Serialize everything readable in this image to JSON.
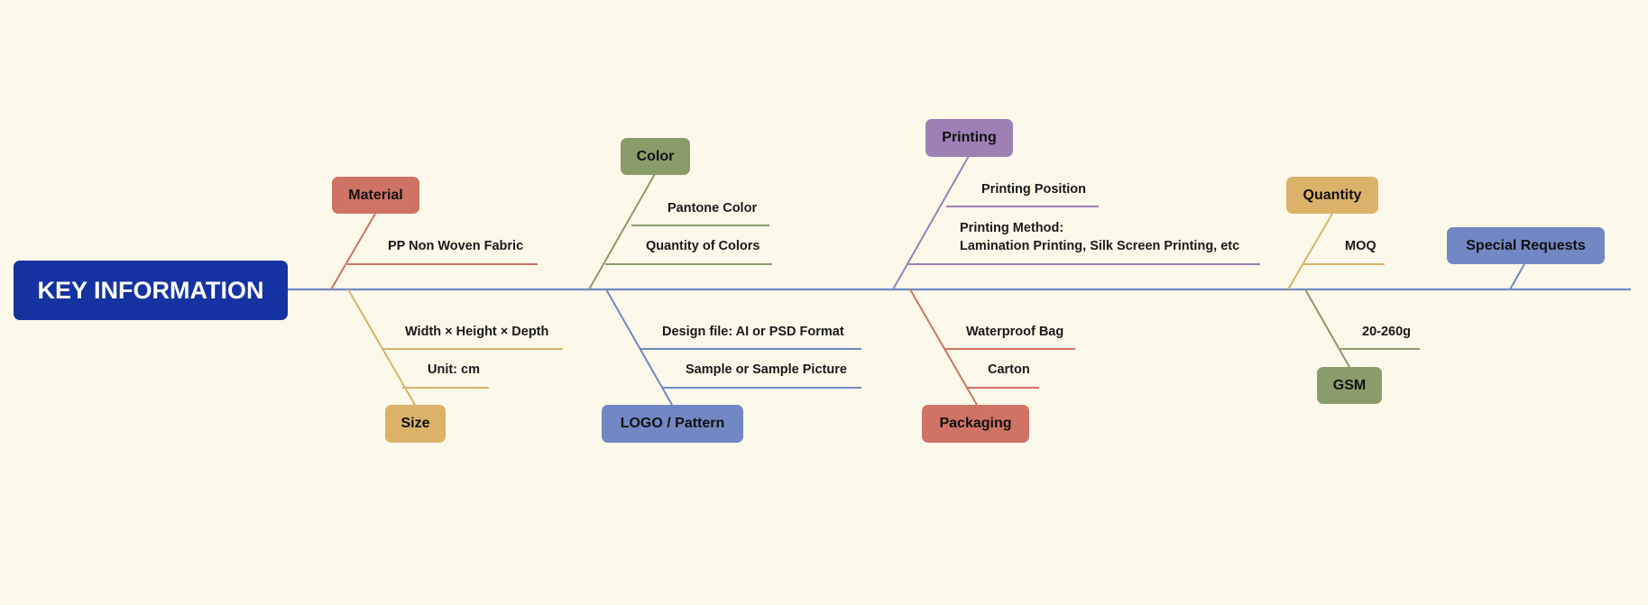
{
  "root": {
    "label": "KEY INFORMATION",
    "color": "#1533a0"
  },
  "spine_color": "#7188c4",
  "branches": [
    {
      "id": "material",
      "label": "Material",
      "color": "#cf7364",
      "items": [
        "PP Non Woven Fabric"
      ]
    },
    {
      "id": "size",
      "label": "Size",
      "color": "#dcb26a",
      "items": [
        "Width × Height × Depth",
        "Unit: cm"
      ]
    },
    {
      "id": "color",
      "label": "Color",
      "color": "#8a9c6a",
      "items": [
        "Pantone Color",
        "Quantity of Colors"
      ]
    },
    {
      "id": "logo",
      "label": "LOGO / Pattern",
      "color": "#7188c4",
      "items": [
        "Design file: AI or PSD Format",
        "Sample or Sample Picture"
      ]
    },
    {
      "id": "printing",
      "label": "Printing",
      "color": "#9e80b5",
      "items": [
        "Printing Position",
        "Printing Method:",
        "Lamination Printing, Silk Screen Printing, etc"
      ]
    },
    {
      "id": "packaging",
      "label": "Packaging",
      "color": "#cf7364",
      "items": [
        "Waterproof Bag",
        "Carton"
      ]
    },
    {
      "id": "quantity",
      "label": "Quantity",
      "color": "#dcb26a",
      "items": [
        "MOQ"
      ]
    },
    {
      "id": "gsm",
      "label": "GSM",
      "color": "#8a9c6a",
      "items": [
        "20-260g"
      ]
    },
    {
      "id": "special",
      "label": "Special Requests",
      "color": "#7188c4",
      "items": []
    }
  ]
}
